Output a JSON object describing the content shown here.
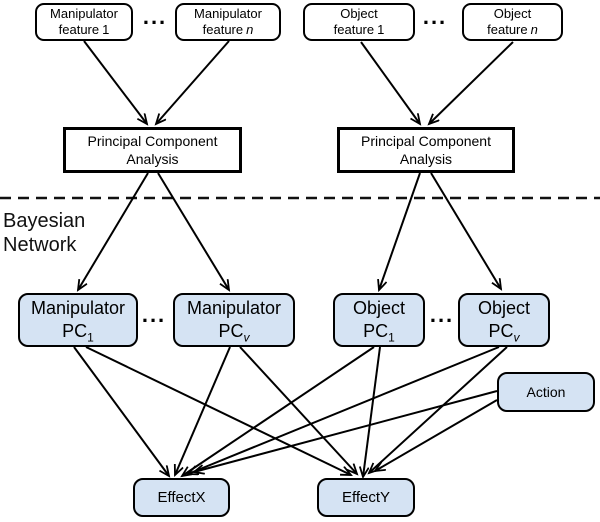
{
  "colors": {
    "background": "#ffffff",
    "node_fill_blue": "#d5e3f3",
    "node_fill_white": "#ffffff",
    "stroke": "#000000"
  },
  "ellipsis": "...",
  "section_label": {
    "line1": "Bayesian",
    "line2": "Network"
  },
  "nodes": {
    "features": [
      {
        "id": "mf1",
        "line1": "Manipulator",
        "line2": "feature",
        "suffix": "1"
      },
      {
        "id": "mfn",
        "line1": "Manipulator",
        "line2": "feature",
        "suffix": "n"
      },
      {
        "id": "of1",
        "line1": "Object",
        "line2": "feature",
        "suffix": "1"
      },
      {
        "id": "ofn",
        "line1": "Object",
        "line2": "feature",
        "suffix": "n"
      }
    ],
    "pca": [
      {
        "id": "pca_left",
        "line1": "Principal Component",
        "line2": "Analysis"
      },
      {
        "id": "pca_right",
        "line1": "Principal Component",
        "line2": "Analysis"
      }
    ],
    "pc": [
      {
        "id": "mpc1",
        "line1": "Manipulator",
        "base": "PC",
        "sub": "1"
      },
      {
        "id": "mpcv",
        "line1": "Manipulator",
        "base": "PC",
        "sub": "v"
      },
      {
        "id": "opc1",
        "line1": "Object",
        "base": "PC",
        "sub": "1"
      },
      {
        "id": "opcv",
        "line1": "Object",
        "base": "PC",
        "sub": "v"
      }
    ],
    "action": {
      "id": "action",
      "label": "Action"
    },
    "effects": [
      {
        "id": "effectX",
        "label": "EffectX"
      },
      {
        "id": "effectY",
        "label": "EffectY"
      }
    ]
  },
  "edges": [
    {
      "from": "mf1",
      "to": "pca_left"
    },
    {
      "from": "mfn",
      "to": "pca_left"
    },
    {
      "from": "of1",
      "to": "pca_right"
    },
    {
      "from": "ofn",
      "to": "pca_right"
    },
    {
      "from": "pca_left",
      "to": "mpc1"
    },
    {
      "from": "pca_left",
      "to": "mpcv"
    },
    {
      "from": "pca_right",
      "to": "opc1"
    },
    {
      "from": "pca_right",
      "to": "opcv"
    },
    {
      "from": "mpc1",
      "to": "effectX"
    },
    {
      "from": "mpc1",
      "to": "effectY"
    },
    {
      "from": "mpcv",
      "to": "effectX"
    },
    {
      "from": "mpcv",
      "to": "effectY"
    },
    {
      "from": "opc1",
      "to": "effectX"
    },
    {
      "from": "opc1",
      "to": "effectY"
    },
    {
      "from": "opcv",
      "to": "effectX"
    },
    {
      "from": "opcv",
      "to": "effectY"
    },
    {
      "from": "action",
      "to": "effectX"
    },
    {
      "from": "action",
      "to": "effectY"
    }
  ]
}
